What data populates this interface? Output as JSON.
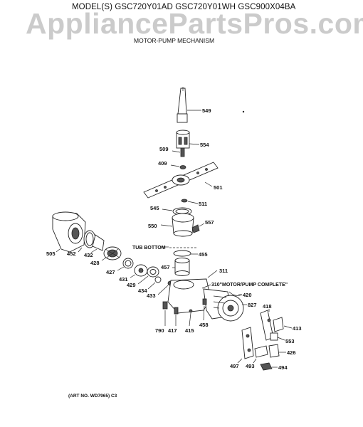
{
  "header": {
    "models": "MODEL(S) GSC720Y01AD  GSC720Y01WH  GSC900X04BA",
    "watermark": "AppliancePartsPros.com",
    "title": "MOTOR-PUMP MECHANISM"
  },
  "callouts": {
    "c549": "549",
    "c554": "554",
    "c509": "509",
    "c409": "409",
    "c501": "501",
    "c511": "511",
    "c545": "545",
    "c557": "557",
    "c550": "550",
    "c505": "505",
    "c452": "452",
    "c432": "432",
    "c428": "428",
    "c427": "427",
    "c431": "431",
    "c429": "429",
    "c434": "434",
    "c433": "433",
    "c455": "455",
    "c457": "457",
    "c311": "311",
    "c420": "420",
    "c827": "827",
    "c418": "418",
    "c413": "413",
    "c553": "553",
    "c426": "426",
    "c790": "790",
    "c417": "417",
    "c415": "415",
    "c458": "458",
    "c497": "497",
    "c493": "493",
    "c494": "494"
  },
  "annotations": {
    "tub_bottom": "TUB BOTTOM",
    "motor_pump_complete": "310\"MOTOR/PUMP COMPLETE\""
  },
  "footer": {
    "art_no": "(ART NO. WD7965) C3"
  }
}
